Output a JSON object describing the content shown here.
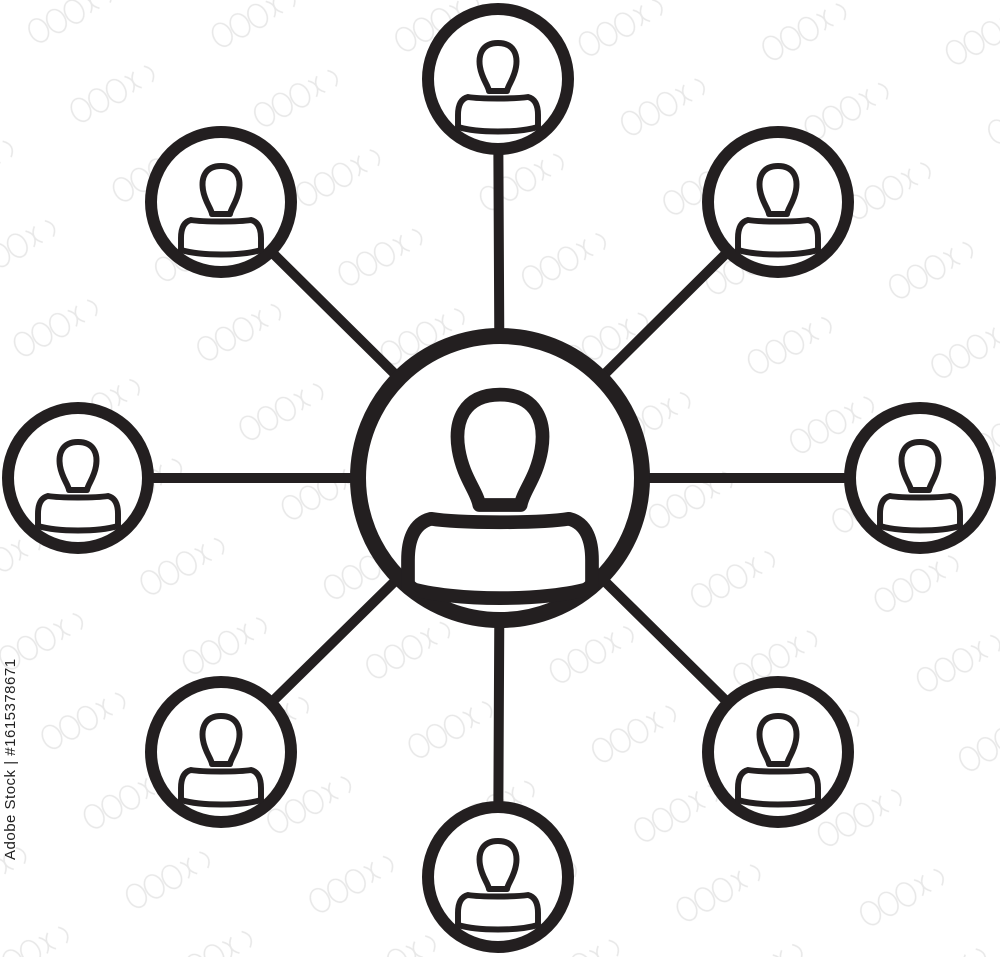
{
  "stock_id": "Adobe Stock | #1615378671",
  "colors": {
    "line": "#231f20",
    "background": "#ffffff",
    "watermark": "#e6e6e6"
  },
  "network": {
    "hub": {
      "icon": "person-icon"
    },
    "nodes": [
      {
        "position": "top",
        "icon": "person-icon"
      },
      {
        "position": "top-right",
        "icon": "person-icon"
      },
      {
        "position": "right",
        "icon": "person-icon"
      },
      {
        "position": "bottom-right",
        "icon": "person-icon"
      },
      {
        "position": "bottom",
        "icon": "person-icon"
      },
      {
        "position": "bottom-left",
        "icon": "person-icon"
      },
      {
        "position": "left",
        "icon": "person-icon"
      },
      {
        "position": "top-left",
        "icon": "person-icon"
      }
    ]
  }
}
